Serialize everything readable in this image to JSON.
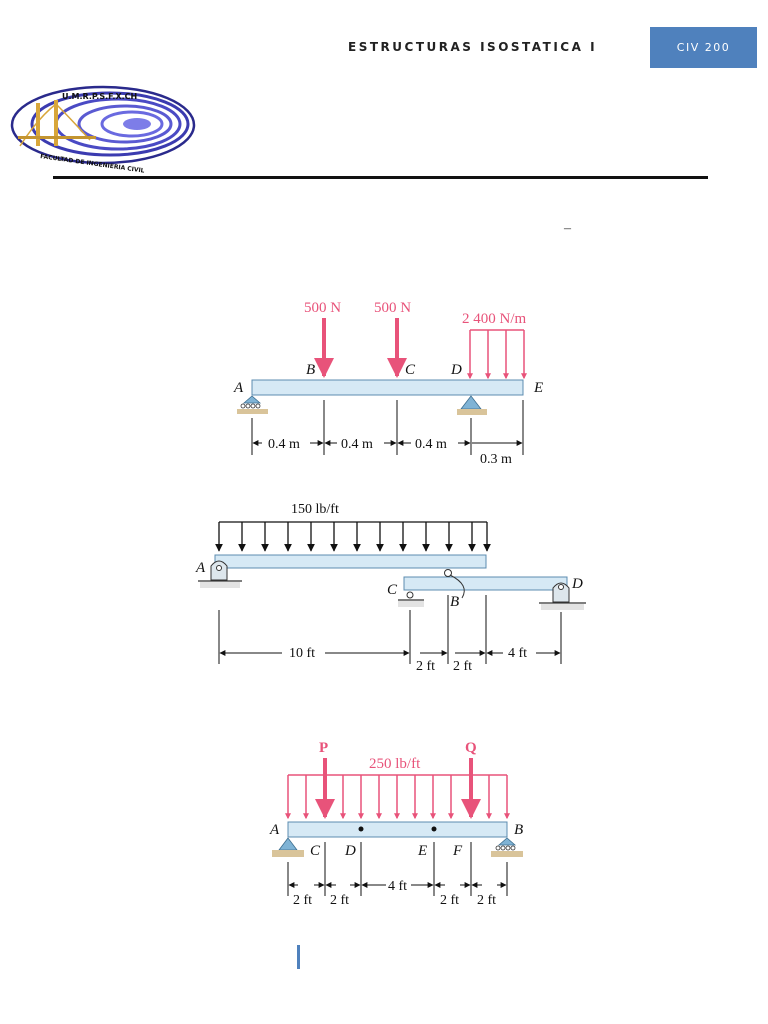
{
  "header": {
    "title": "ESTRUCTURAS ISOSTATICA I",
    "course_code": "CIV 200",
    "logo_top_text": "U.M.R.P.S.F.X.CH",
    "logo_bottom_text": "FACULTAD DE INGENIERIA CIVIL"
  },
  "stray_mark": "–",
  "figure1": {
    "loads": {
      "b": "500 N",
      "c": "500 N",
      "distributed": "2 400 N/m"
    },
    "points": {
      "a": "A",
      "b": "B",
      "c": "C",
      "d": "D",
      "e": "E"
    },
    "dims": [
      "0.4 m",
      "0.4 m",
      "0.4 m",
      "0.3 m"
    ]
  },
  "figure2": {
    "load": "150 lb/ft",
    "points": {
      "a": "A",
      "b": "B",
      "c": "C",
      "d": "D"
    },
    "dims": [
      "10 ft",
      "2 ft",
      "2 ft",
      "4 ft"
    ]
  },
  "figure3": {
    "loads": {
      "p": "P",
      "q": "Q",
      "distributed": "250 lb/ft"
    },
    "points": {
      "a": "A",
      "b": "B",
      "c": "C",
      "d": "D",
      "e": "E",
      "f": "F"
    },
    "dims": [
      "2 ft",
      "2 ft",
      "4 ft",
      "2 ft",
      "2 ft"
    ]
  },
  "colors": {
    "accent": "#4f81bd",
    "load": "#e8537a",
    "beam": "#d6e9f5"
  }
}
